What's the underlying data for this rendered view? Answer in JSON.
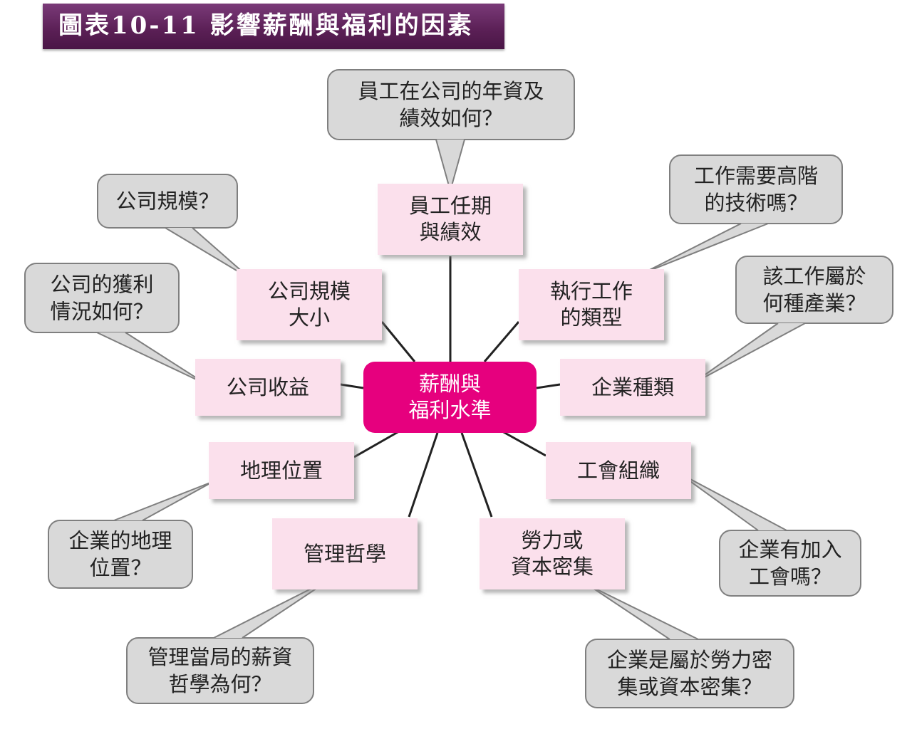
{
  "header": {
    "title": "圖表10-11 影響薪酬與福利的因素"
  },
  "colors": {
    "title_bg": "#5a1f55",
    "center_fill": "#e6007e",
    "factor_fill": "#fbe0ec",
    "bubble_fill": "#d9d9d9",
    "bubble_stroke": "#7f7f7f",
    "connector": "#222222"
  },
  "center": {
    "label": "薪酬與\n福利水準"
  },
  "factors": [
    {
      "id": "tenure",
      "label": "員工任期\n與績效",
      "question": [
        "員工在公司的年資及",
        "績效如何？"
      ]
    },
    {
      "id": "job-type",
      "label": "執行工作\n的類型",
      "question": [
        "工作需要高階",
        "的技術嗎？"
      ]
    },
    {
      "id": "industry",
      "label": "企業種類",
      "question": [
        "該工作屬於",
        "何種產業？"
      ]
    },
    {
      "id": "union",
      "label": "工會組織",
      "question": [
        "企業有加入",
        "工會嗎？"
      ]
    },
    {
      "id": "labor-capital",
      "label": "勞力或\n資本密集",
      "question": [
        "企業是屬於勞力密",
        "集或資本密集？"
      ]
    },
    {
      "id": "philosophy",
      "label": "管理哲學",
      "question": [
        "管理當局的薪資",
        "哲學為何？"
      ]
    },
    {
      "id": "location",
      "label": "地理位置",
      "question": [
        "企業的地理",
        "位置？"
      ]
    },
    {
      "id": "profit",
      "label": "公司收益",
      "question": [
        "公司的獲利",
        "情況如何？"
      ]
    },
    {
      "id": "size",
      "label": "公司規模\n大小",
      "question": [
        "公司規模？"
      ]
    }
  ]
}
